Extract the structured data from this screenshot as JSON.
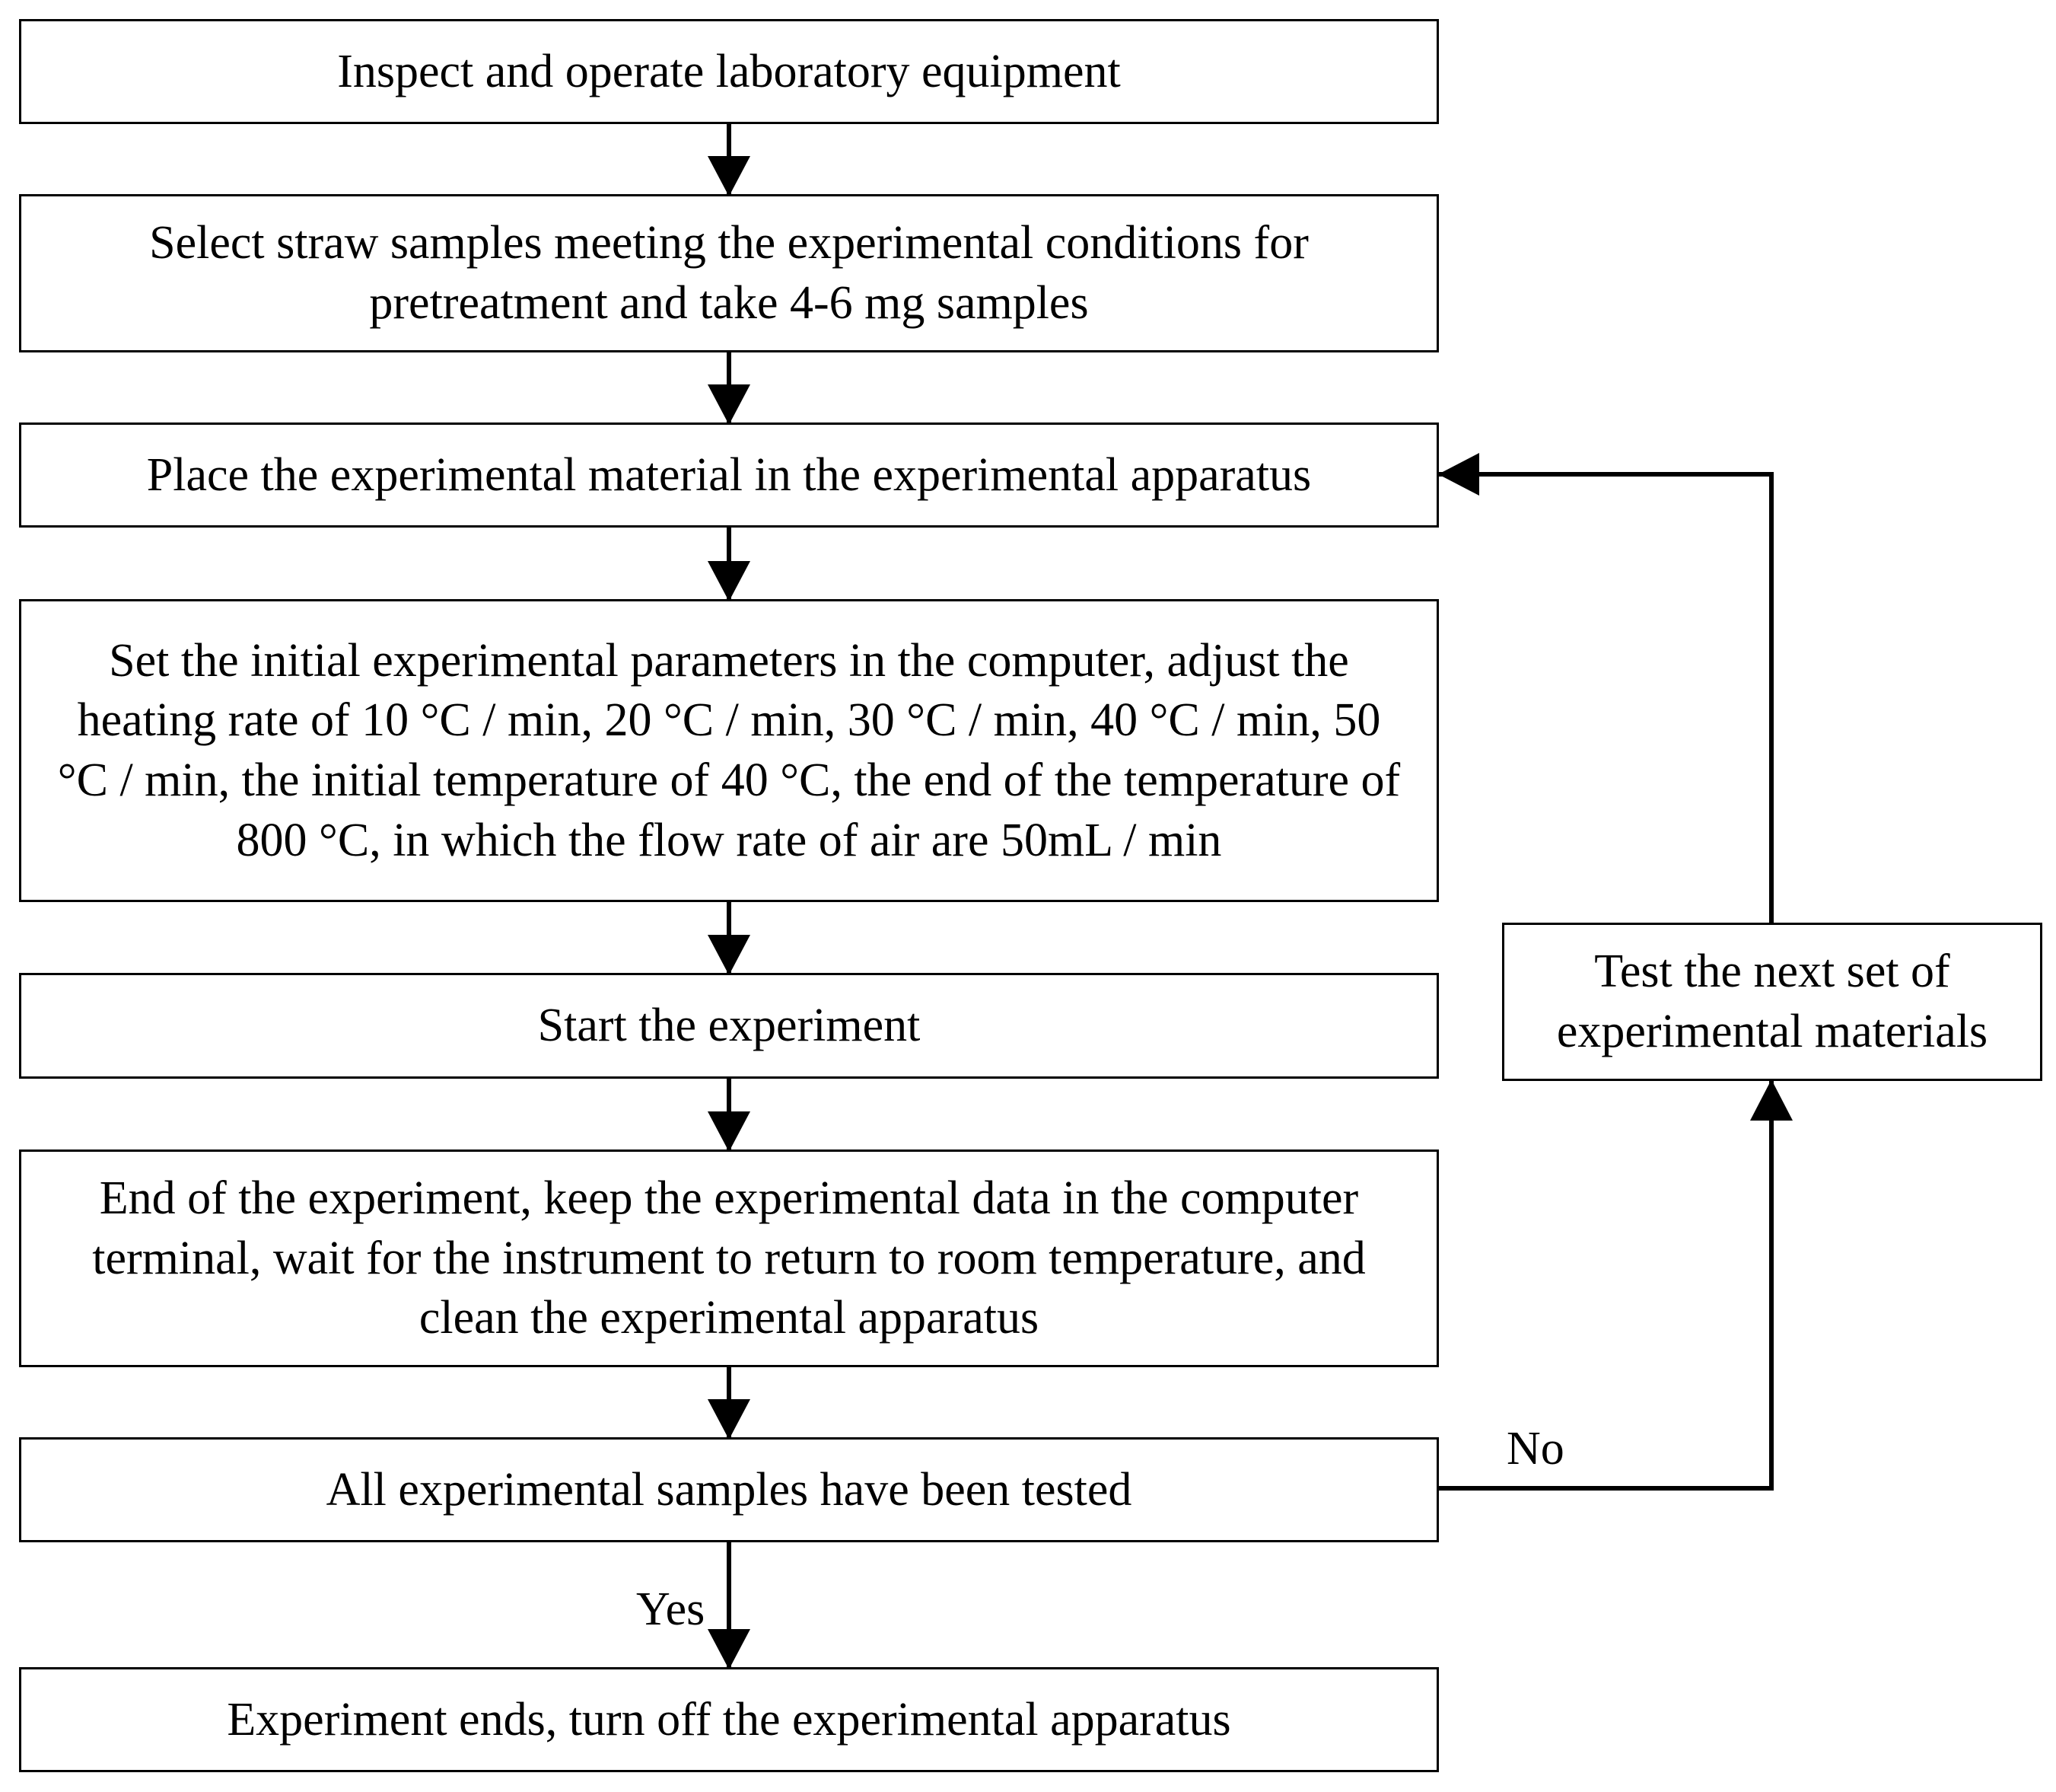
{
  "steps": {
    "inspect": "Inspect and operate laboratory equipment",
    "select": "Select straw samples meeting the experimental conditions for pretreatment and take 4-6 mg samples",
    "place": "Place the experimental material in the experimental apparatus",
    "set_params": "Set the initial experimental parameters in the computer, adjust the heating rate of 10 °C / min, 20 °C / min, 30 °C / min, 40 °C / min, 50 °C / min, the initial temperature of 40 °C, the end of the temperature of 800 °C, in which the flow rate of air are 50mL / min",
    "start": "Start the experiment",
    "end": "End of the experiment, keep the experimental data in the computer terminal, wait for the instrument to return to room temperature, and clean the experimental apparatus",
    "decision": "All experimental samples have been tested",
    "finish": "Experiment ends, turn off the experimental apparatus",
    "next_set": "Test the next set of experimental materials"
  },
  "labels": {
    "no": "No",
    "yes": "Yes"
  }
}
